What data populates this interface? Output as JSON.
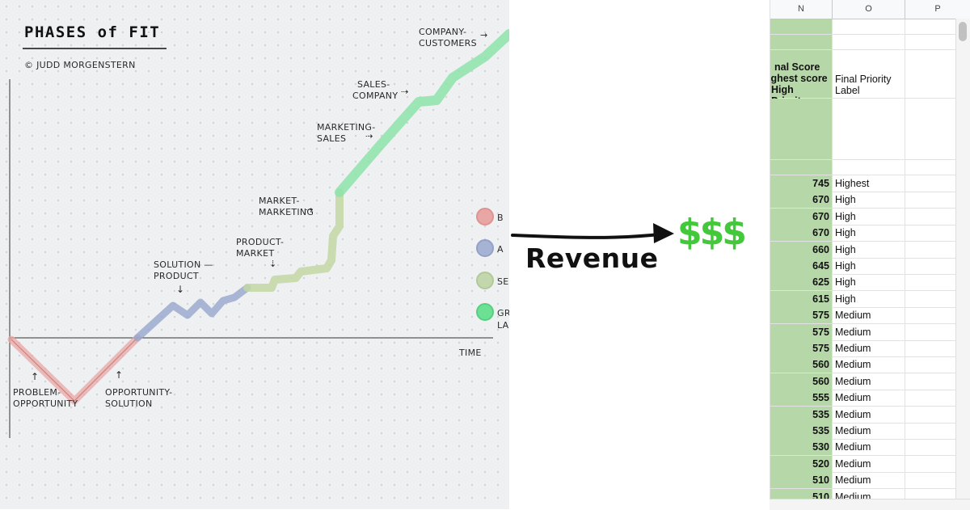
{
  "sketch": {
    "title": "PHASES of FIT",
    "author": "© JUDD MORGENSTERN",
    "axis_x_label": "TIME",
    "phase_labels": [
      {
        "lines": [
          "PROBLEM-",
          "OPPORTUNITY"
        ]
      },
      {
        "lines": [
          "OPPORTUNITY-",
          "SOLUTION"
        ]
      },
      {
        "lines": [
          "SOLUTION —",
          "PRODUCT"
        ]
      },
      {
        "lines": [
          "PRODUCT-",
          "MARKET"
        ]
      },
      {
        "lines": [
          "MARKET-",
          "MARKETING"
        ]
      },
      {
        "lines": [
          "MARKETING-",
          "SALES"
        ]
      },
      {
        "lines": [
          "SALES-",
          "COMPANY"
        ]
      },
      {
        "lines": [
          "COMPANY-",
          "CUSTOMERS"
        ]
      }
    ],
    "legend": [
      {
        "label": "B",
        "color": "#e79a97"
      },
      {
        "label": "A",
        "color": "#9aa9cf"
      },
      {
        "label": "SE",
        "color": "#bcd3a0"
      },
      {
        "label": "GR",
        "color": "#5fe08a",
        "extra": "LA"
      }
    ],
    "colors": {
      "problem": "#e8a7a4",
      "solution": "#97a6cd",
      "market": "#c2d7a3",
      "growth": "#8de3aa"
    }
  },
  "revenue": {
    "label": "Revenue",
    "symbol": "$$$",
    "symbol_color": "#43c83b"
  },
  "sheet": {
    "columns": [
      "N",
      "O",
      "P"
    ],
    "header_n": [
      "nal Score",
      "ighest score",
      "High Priority"
    ],
    "header_o": [
      "Final Priority",
      "Label"
    ],
    "rows": [
      {
        "score": "745",
        "label": "Highest"
      },
      {
        "score": "670",
        "label": "High"
      },
      {
        "score": "670",
        "label": "High"
      },
      {
        "score": "670",
        "label": "High"
      },
      {
        "score": "660",
        "label": "High"
      },
      {
        "score": "645",
        "label": "High"
      },
      {
        "score": "625",
        "label": "High"
      },
      {
        "score": "615",
        "label": "High"
      },
      {
        "score": "575",
        "label": "Medium"
      },
      {
        "score": "575",
        "label": "Medium"
      },
      {
        "score": "575",
        "label": "Medium"
      },
      {
        "score": "560",
        "label": "Medium"
      },
      {
        "score": "560",
        "label": "Medium"
      },
      {
        "score": "555",
        "label": "Medium"
      },
      {
        "score": "535",
        "label": "Medium"
      },
      {
        "score": "535",
        "label": "Medium"
      },
      {
        "score": "530",
        "label": "Medium"
      },
      {
        "score": "520",
        "label": "Medium"
      },
      {
        "score": "510",
        "label": "Medium"
      },
      {
        "score": "510",
        "label": "Medium"
      }
    ]
  }
}
